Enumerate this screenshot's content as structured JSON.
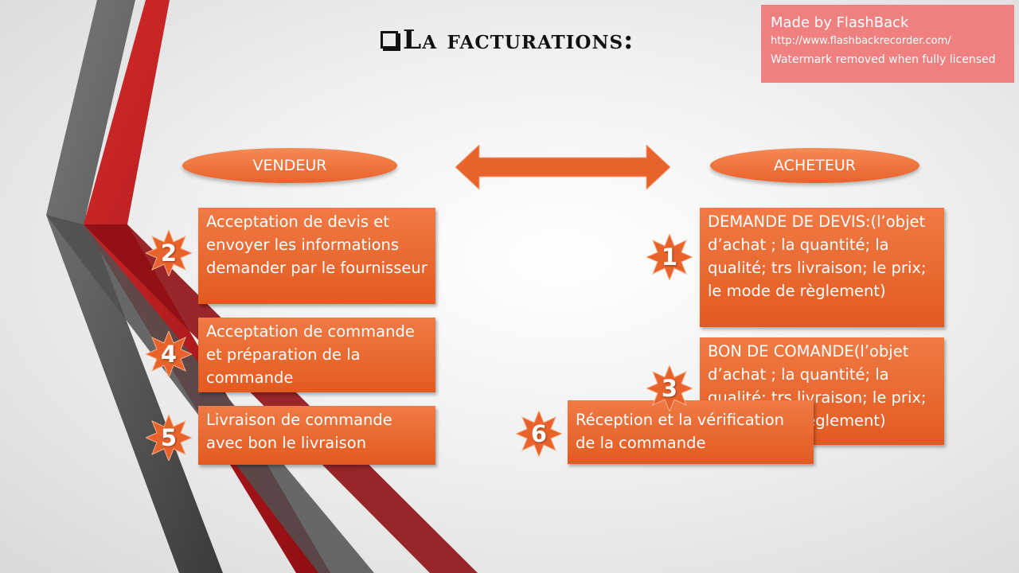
{
  "slide": {
    "title": "La facturations:"
  },
  "watermark": {
    "title": "Made by FlashBack",
    "url": "http://www.flashbackrecorder.com/",
    "note": "Watermark removed when fully licensed"
  },
  "headers": {
    "seller": "VENDEUR",
    "buyer": "ACHETEUR"
  },
  "steps": [
    {
      "number": "2",
      "text": "Acceptation de devis et envoyer les informations demander par le fournisseur"
    },
    {
      "number": "4",
      "text": "Acceptation de commande et préparation de la commande"
    },
    {
      "number": "5",
      "text": "Livraison de commande avec bon le livraison"
    },
    {
      "number": "1",
      "text": "DEMANDE DE DEVIS:(l’objet d’achat ; la quantité; la qualité; trs livraison; le prix; le mode de règlement)"
    },
    {
      "number": "3",
      "text": "BON DE COMANDE(l’objet d’achat ; la quantité; la qualité; trs livraison; le prix; le mode de règlement)"
    },
    {
      "number": "6",
      "text": "Réception et la vérification de la commande"
    }
  ],
  "colors": {
    "accent": "#e8622c",
    "deco_red": "#b5141a",
    "deco_gray": "#4a4a4a",
    "watermark_bg": "#f08080"
  }
}
